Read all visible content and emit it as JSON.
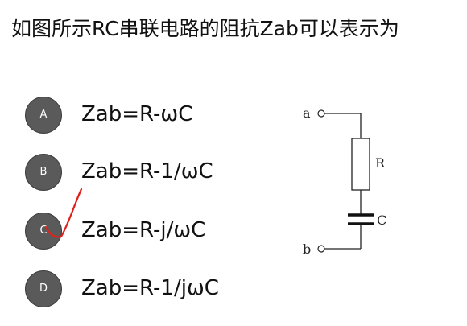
{
  "question": {
    "text": "如图所示RC串联电路的阻抗Zab可以表示为"
  },
  "options": [
    {
      "letter": "A",
      "formula": "Zab=R-ωC"
    },
    {
      "letter": "B",
      "formula": "Zab=R-1/ωC"
    },
    {
      "letter": "C",
      "formula": "Zab=R-j/ωC"
    },
    {
      "letter": "D",
      "formula": "Zab=R-1/jωC"
    }
  ],
  "circuit": {
    "terminal_a": "a",
    "terminal_b": "b",
    "resistor_label": "R",
    "capacitor_label": "C"
  },
  "colors": {
    "badge": "#5a5a5a",
    "check_mark": "#e0201a"
  }
}
